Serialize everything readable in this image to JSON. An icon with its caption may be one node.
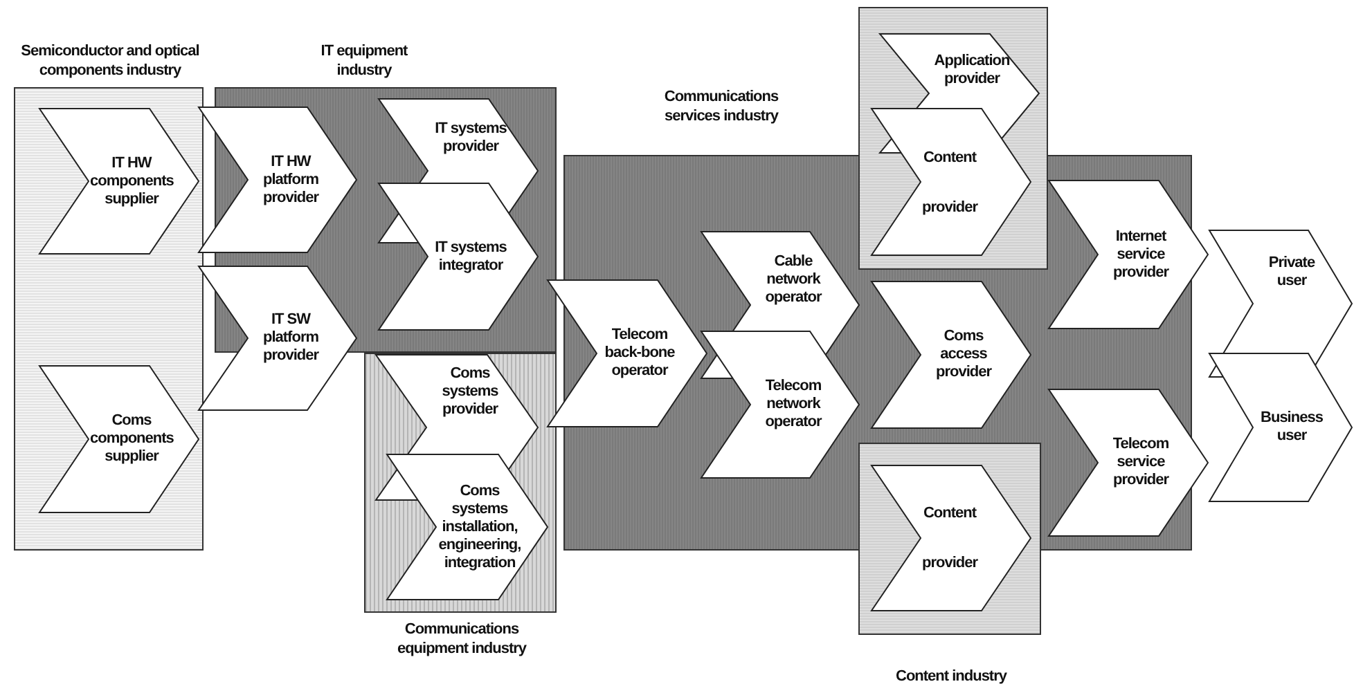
{
  "diagram": {
    "nodes": [
      {
        "text": [
          "Semiconductor and optical components industry"
        ]
      },
      {
        "text": [
          "IT HW components supplier"
        ],
        "in": 0
      },
      {
        "text": [
          "Coms components supplier"
        ],
        "in": 0
      },
      {
        "text": [
          "IT equipment industry"
        ]
      },
      {
        "text": [
          "IT HW platform provider"
        ]
      },
      {
        "text": [
          "IT SW platform provider"
        ]
      },
      {
        "text": [
          "IT systems provider"
        ],
        "in": 3
      },
      {
        "text": [
          "IT systems integrator"
        ],
        "in": 3
      },
      {
        "text": [
          "Communications equipment industry"
        ]
      },
      {
        "text": [
          "Coms systems provider"
        ],
        "in": 8
      },
      {
        "text": [
          "Coms systems installation, engineering, integration"
        ],
        "in": 8
      },
      {
        "text": [
          "Communications services industry"
        ]
      },
      {
        "text": [
          "Telecom back-bone operator"
        ]
      },
      {
        "text": [
          "Cable network operator"
        ],
        "in": 11
      },
      {
        "text": [
          "Telecom network operator"
        ],
        "in": 11
      },
      {
        "text": [],
        "shape": "box"
      },
      {
        "text": [
          "Application provider"
        ],
        "in": 15
      },
      {
        "text": [
          "Content provider"
        ],
        "in": 15
      },
      {
        "text": [
          "Coms access provider"
        ],
        "in": 11
      },
      {
        "text": [
          "Internet service provider"
        ]
      },
      {
        "text": [
          "Telecom service provider"
        ]
      },
      {
        "text": [
          "Content industry"
        ]
      },
      {
        "text": [
          "Content provider"
        ],
        "in": 21
      },
      {
        "text": [
          "Private user"
        ]
      },
      {
        "text": [
          "Business user"
        ]
      }
    ]
  }
}
